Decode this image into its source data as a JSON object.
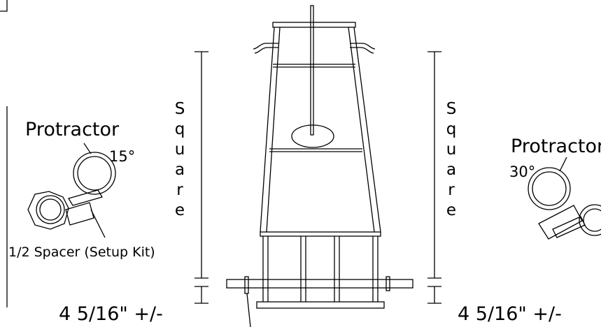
{
  "labels": {
    "protractor_left": "Protractor",
    "angle_left": "15°",
    "spacer": "1/2 Spacer (Setup Kit)",
    "protractor_right": "Protractor",
    "angle_right": "30°",
    "square_left": "S\nq\nu\na\nr\ne",
    "square_right": "S\nq\nu\na\nr\ne",
    "dim_left": "4 5/16\" +/-",
    "dim_right": "4 5/16\" +/-"
  },
  "colors": {
    "line": "#000000",
    "background": "#ffffff"
  }
}
